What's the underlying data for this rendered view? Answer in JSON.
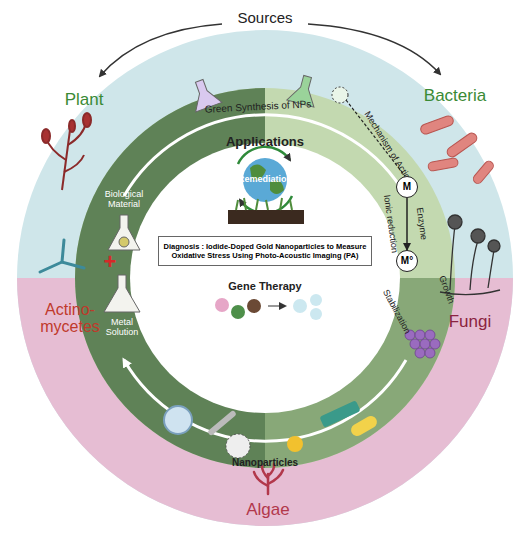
{
  "diagram": {
    "nodes": [
      {
        "text": [
          "Diagnosis : Iodide-Doped Gold Nanoparticles to Measure Oxidative Stress Using Photo-Acoustic Imaging (PA)"
        ]
      },
      {
        "text": [
          "M"
        ]
      },
      {
        "text": [
          "M°"
        ]
      }
    ],
    "edges": [
      {
        "from": 1,
        "to": 2,
        "arrow": "to"
      }
    ],
    "labels": [
      "Sources",
      "Plant",
      "Bacteria",
      "Green Synthesis of NPs",
      "Applications",
      "Remediation",
      "Mechanism of Action",
      "Biological Material",
      "+",
      "Enzyme",
      "Ionic reduction",
      "Growth",
      "Stabilization",
      "Metal Solution",
      "Gene Therapy",
      "Nanoparticles",
      "Actino- mycetes",
      "Fungi",
      "Algae"
    ]
  }
}
